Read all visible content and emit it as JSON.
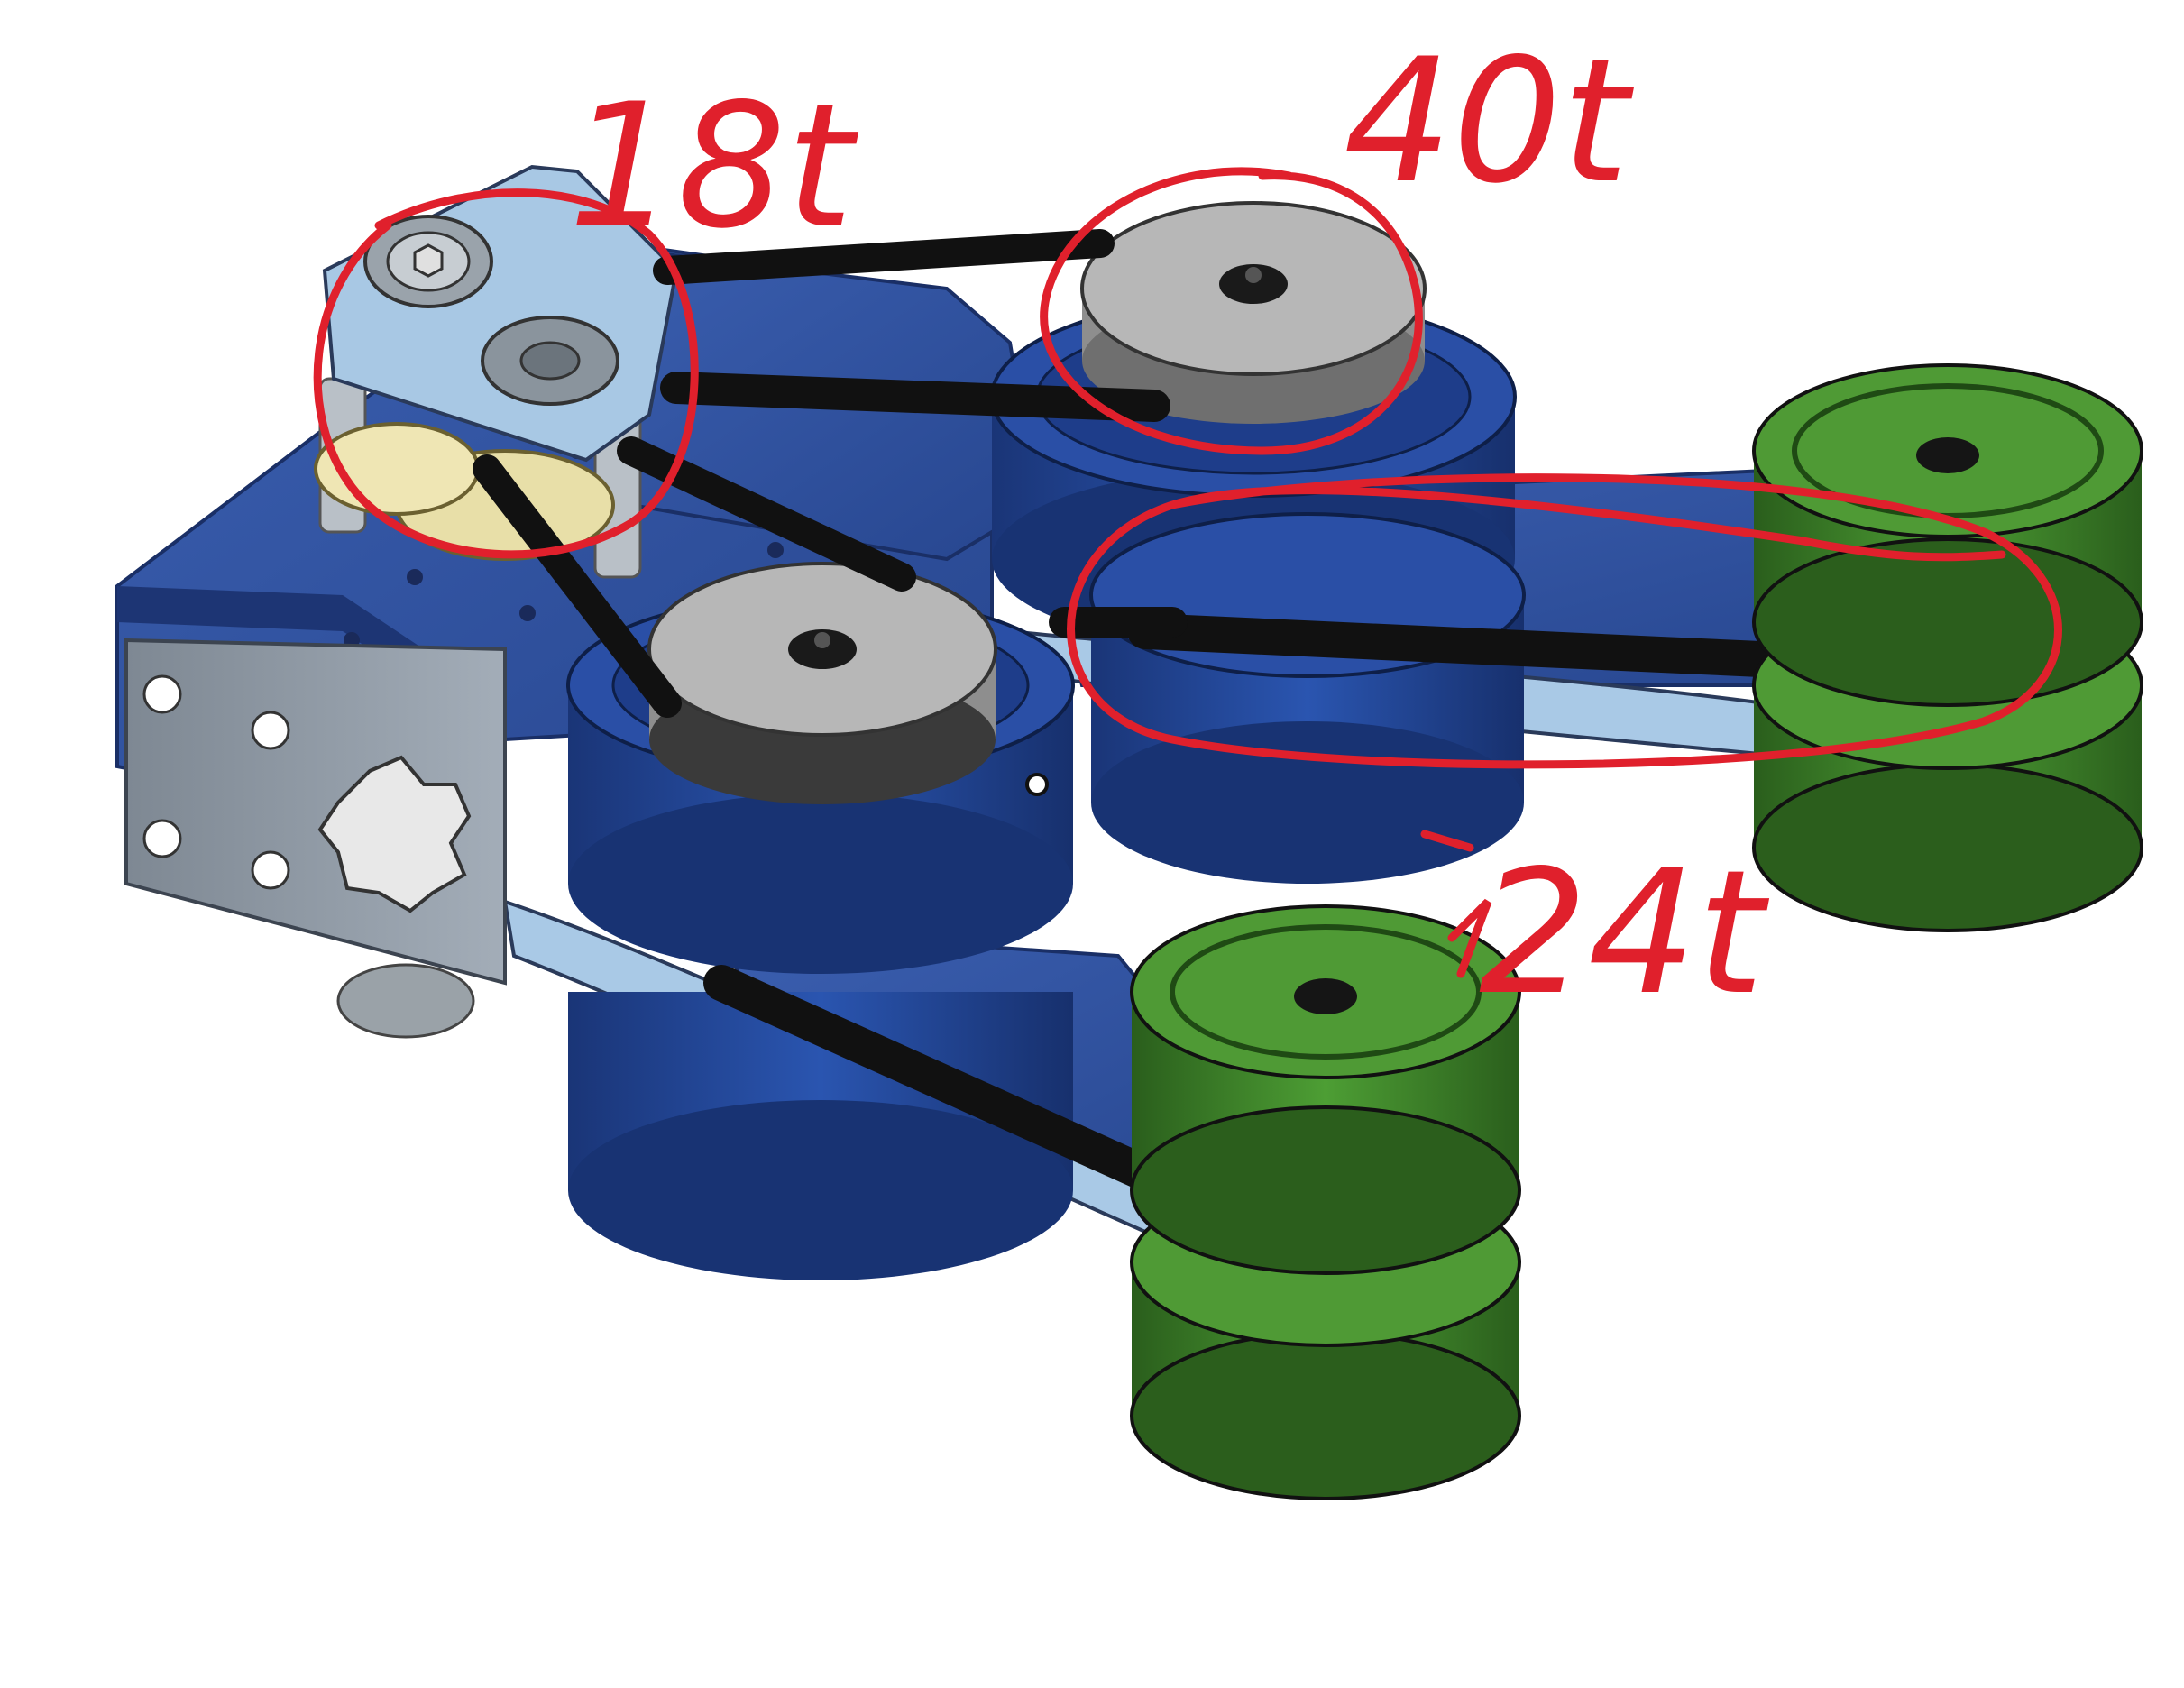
{
  "annotations": {
    "drive_pulley_label": "18t",
    "driven_pulley_label": "40t",
    "roller_pulley_label": "24t"
  },
  "colors": {
    "background": "#ffffff",
    "annotation_red": "#e0202c",
    "plate_blue": "#2f4f9c",
    "plate_blue_dark": "#1f3a80",
    "wheel_blue": "#1e3f8f",
    "wheel_green": "#3f8f2c",
    "wheel_green_dark": "#2c6a1e",
    "light_blue": "#a8c8e4",
    "pulley_gray": "#b5b5b5",
    "belt_black": "#141414",
    "gearbox_gray": "#8c97a3"
  },
  "icons": [
    "hex-bolt-icon",
    "bearing-icon",
    "spline-shaft-icon"
  ]
}
